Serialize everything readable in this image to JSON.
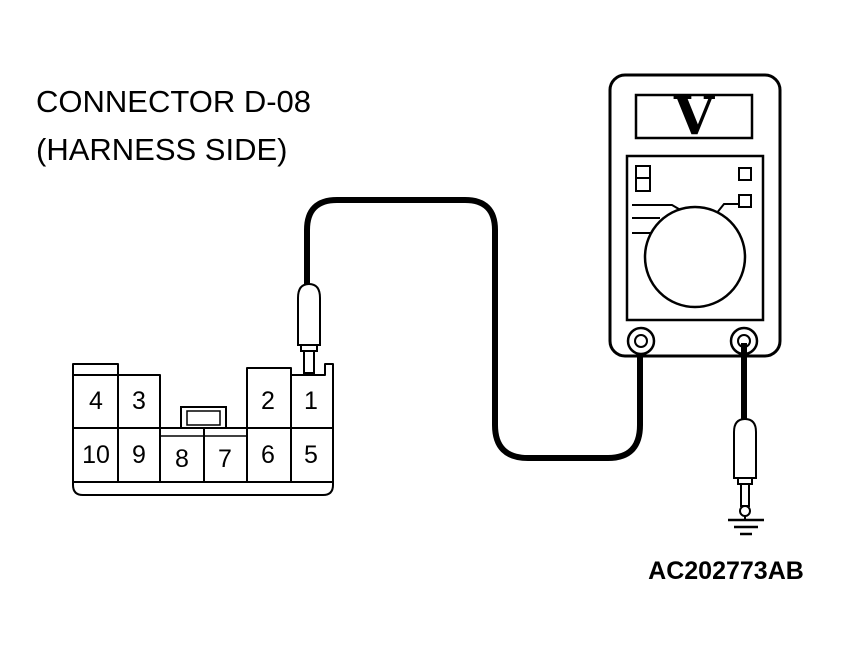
{
  "title": {
    "line1": "CONNECTOR D-08",
    "line2": "(HARNESS SIDE)"
  },
  "connector": {
    "pins_top": [
      "4",
      "3",
      "2",
      "1"
    ],
    "pins_bottom": [
      "10",
      "9",
      "8",
      "7",
      "6",
      "5"
    ]
  },
  "meter": {
    "display": "V"
  },
  "figure_code": "AC202773AB",
  "colors": {
    "line": "#000000",
    "background": "#ffffff"
  }
}
